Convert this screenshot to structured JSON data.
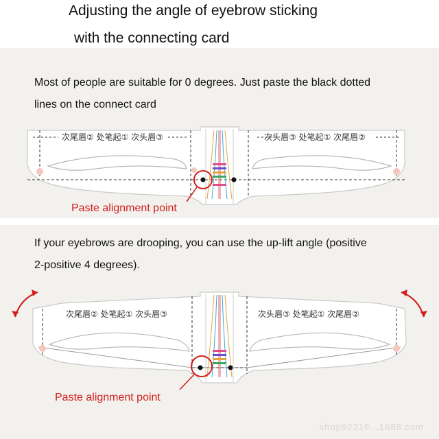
{
  "header": {
    "line1": "Adjusting the angle of eyebrow sticking",
    "line2": "with the connecting card"
  },
  "section1": {
    "caption_line1": "Most of people are suitable for 0 degrees. Just paste the black dotted",
    "caption_line2": "lines on the connect card",
    "paste_label": "Paste alignment point"
  },
  "section2": {
    "caption_line1": "If your eyebrows are drooping, you can use the up-lift angle (positive",
    "caption_line2": "2-positive 4 degrees).",
    "paste_label": "Paste alignment point"
  },
  "stencil": {
    "left_label": "次尾眉②  处笔起①  次头眉③",
    "right_label": "次头眉③  处笔起①  次尾眉②"
  },
  "watermark": "shop92319...1688.com",
  "colors": {
    "accent_red": "#d0201c",
    "panel_bg": "#f3f1ee",
    "card_fill": "#ffffff",
    "card_stroke": "#c9c9c9",
    "guide_line": "#333333"
  }
}
